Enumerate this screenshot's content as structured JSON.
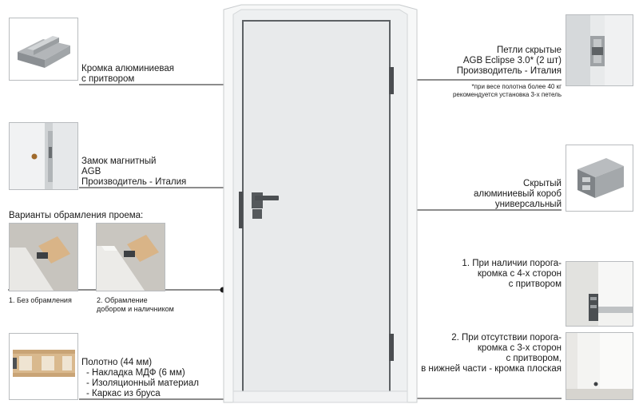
{
  "aluminum_edge": {
    "lines": [
      "Кромка алюминиевая",
      "с притвором"
    ]
  },
  "magnetic_lock": {
    "lines": [
      "Замок магнитный",
      "AGB",
      "Производитель - Италия"
    ]
  },
  "framing_variants": {
    "title": "Варианты обрамления проема:",
    "option1": [
      "1. Без обрамления"
    ],
    "option2": [
      "2. Обрамление",
      "добором и наличником"
    ]
  },
  "door_leaf": {
    "lines": [
      "Полотно (44 мм)",
      "- Накладка МДФ (6 мм)",
      "- Изоляционный материал",
      "- Каркас из бруса"
    ]
  },
  "hidden_hinges": {
    "lines": [
      "Петли скрытые",
      "AGB Eclipse 3.0* (2 шт)",
      "Производитель - Италия"
    ],
    "note": [
      "*при весе полотна более 40 кг",
      "рекомендуется установка 3-х петель"
    ]
  },
  "hidden_box": {
    "lines": [
      "Скрытый",
      "алюминиевый короб",
      "универсальный"
    ]
  },
  "threshold_present": {
    "lines": [
      "1.  При наличии порога-",
      "кромка с 4-х сторон",
      "с притвором"
    ]
  },
  "threshold_absent": {
    "lines": [
      "2.  При отсутствии порога-",
      "кромка с 3-х сторон",
      "с притвором,",
      "в нижней части - кромка плоская"
    ]
  },
  "colors": {
    "door_panel": "#e8eaeb",
    "frame": "#f4f5f6",
    "leader_line": "#1a1a1a",
    "thumb_border": "#b9bcbf"
  }
}
